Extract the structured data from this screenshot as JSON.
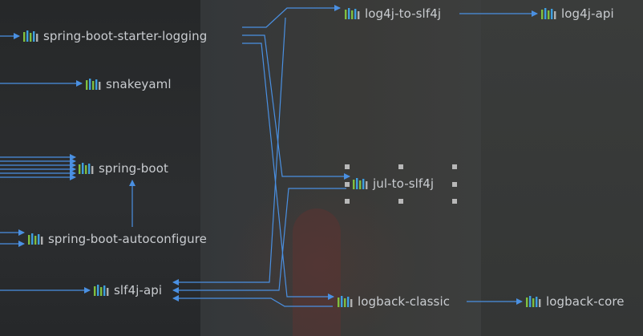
{
  "diagram": {
    "nodes": [
      {
        "id": "spring-boot-starter-logging",
        "label": "spring-boot-starter-logging"
      },
      {
        "id": "log4j-to-slf4j",
        "label": "log4j-to-slf4j"
      },
      {
        "id": "log4j-api",
        "label": "log4j-api"
      },
      {
        "id": "snakeyaml",
        "label": "snakeyaml"
      },
      {
        "id": "spring-boot",
        "label": "spring-boot"
      },
      {
        "id": "jul-to-slf4j",
        "label": "jul-to-slf4j"
      },
      {
        "id": "spring-boot-autoconfigure",
        "label": "spring-boot-autoconfigure"
      },
      {
        "id": "slf4j-api",
        "label": "slf4j-api"
      },
      {
        "id": "logback-classic",
        "label": "logback-classic"
      },
      {
        "id": "logback-core",
        "label": "logback-core"
      }
    ],
    "edges": [
      {
        "from": "spring-boot-starter-logging",
        "to": "log4j-to-slf4j"
      },
      {
        "from": "spring-boot-starter-logging",
        "to": "jul-to-slf4j"
      },
      {
        "from": "spring-boot-starter-logging",
        "to": "logback-classic"
      },
      {
        "from": "log4j-to-slf4j",
        "to": "log4j-api"
      },
      {
        "from": "log4j-to-slf4j",
        "to": "slf4j-api"
      },
      {
        "from": "jul-to-slf4j",
        "to": "slf4j-api"
      },
      {
        "from": "logback-classic",
        "to": "slf4j-api"
      },
      {
        "from": "logback-classic",
        "to": "logback-core"
      },
      {
        "from": "spring-boot-autoconfigure",
        "to": "spring-boot"
      }
    ],
    "selected_node": "jul-to-slf4j"
  },
  "colors": {
    "edge": "#4a90e2",
    "label": "#c9ccd0",
    "icon_bars": [
      "#7fbf3f",
      "#3f9fdf",
      "#7fbf3f",
      "#3f9fdf",
      "#b0b0b0"
    ]
  },
  "icon": "library-bars-icon"
}
